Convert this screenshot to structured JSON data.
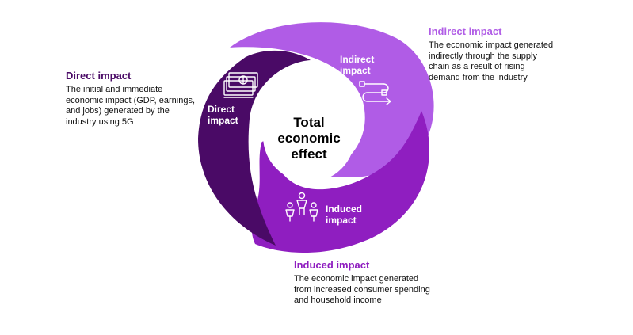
{
  "center": {
    "line1": "Total",
    "line2": "economic",
    "line3": "effect"
  },
  "segments": {
    "direct": {
      "label_line1": "Direct",
      "label_line2": "impact",
      "icon": "money-stack-icon",
      "color": "#4a0a66"
    },
    "indirect": {
      "label_line1": "Indirect",
      "label_line2": "impact",
      "icon": "supply-chain-flow-icon",
      "color": "#b05ce6"
    },
    "induced": {
      "label_line1": "Induced",
      "label_line2": "impact",
      "icon": "people-icon",
      "color": "#8f1ec0"
    }
  },
  "callouts": {
    "direct": {
      "title": "Direct impact",
      "text": "The initial and immediate economic impact (GDP, earnings, and jobs) generated by the industry using 5G"
    },
    "indirect": {
      "title": "Indirect impact",
      "text": "The economic impact generated indirectly through the supply chain as a result of rising demand from the industry"
    },
    "induced": {
      "title": "Induced impact",
      "text": "The economic impact generated from increased consumer spending and household income"
    }
  }
}
